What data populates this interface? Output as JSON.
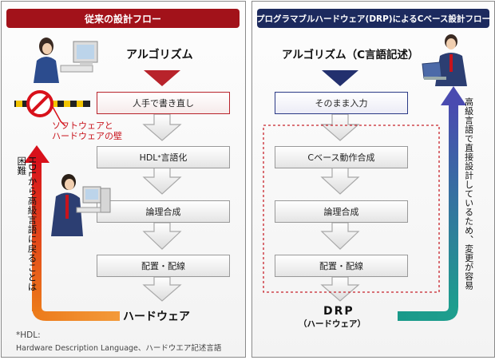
{
  "left": {
    "header": "従来の設計フロー",
    "algorithm": "アルゴリズム",
    "steps": [
      "人手で書き直し",
      "HDL",
      "言語化",
      "論理合成",
      "配置・配線"
    ],
    "hdl_star": "*",
    "wall_label": "ソフトウェアと\nハードウェアの壁",
    "vertical_note": "HDLから高級言語に戻ることは困難",
    "hardware": "ハードウェア",
    "footnote_1": "*HDL:",
    "footnote_2": "Hardware Description Language、ハードウエア記述言語",
    "stop_sign": "STOP"
  },
  "right": {
    "header": "プログラマブルハードウェア(DRP)によるCベース設計フロー",
    "algorithm": "アルゴリズム（C言語記述）",
    "steps": [
      "そのまま入力",
      "Cベース動作合成",
      "論理合成",
      "配置・配線"
    ],
    "drp": "DRP",
    "drp_sub": "（ハードウェア）",
    "vertical_note": "高級言語で直接設計しているため、変更が容易"
  },
  "colors": {
    "left_header": "#a2121a",
    "right_header": "#1c2a5e",
    "left_arrow_top": "#b8232b",
    "right_arrow_top": "#23306e",
    "left_flow_arrow": [
      "#d8111b",
      "#ec7a1a"
    ],
    "right_flow_arrow": [
      "#1e9e8e",
      "#4a4bb0"
    ]
  }
}
